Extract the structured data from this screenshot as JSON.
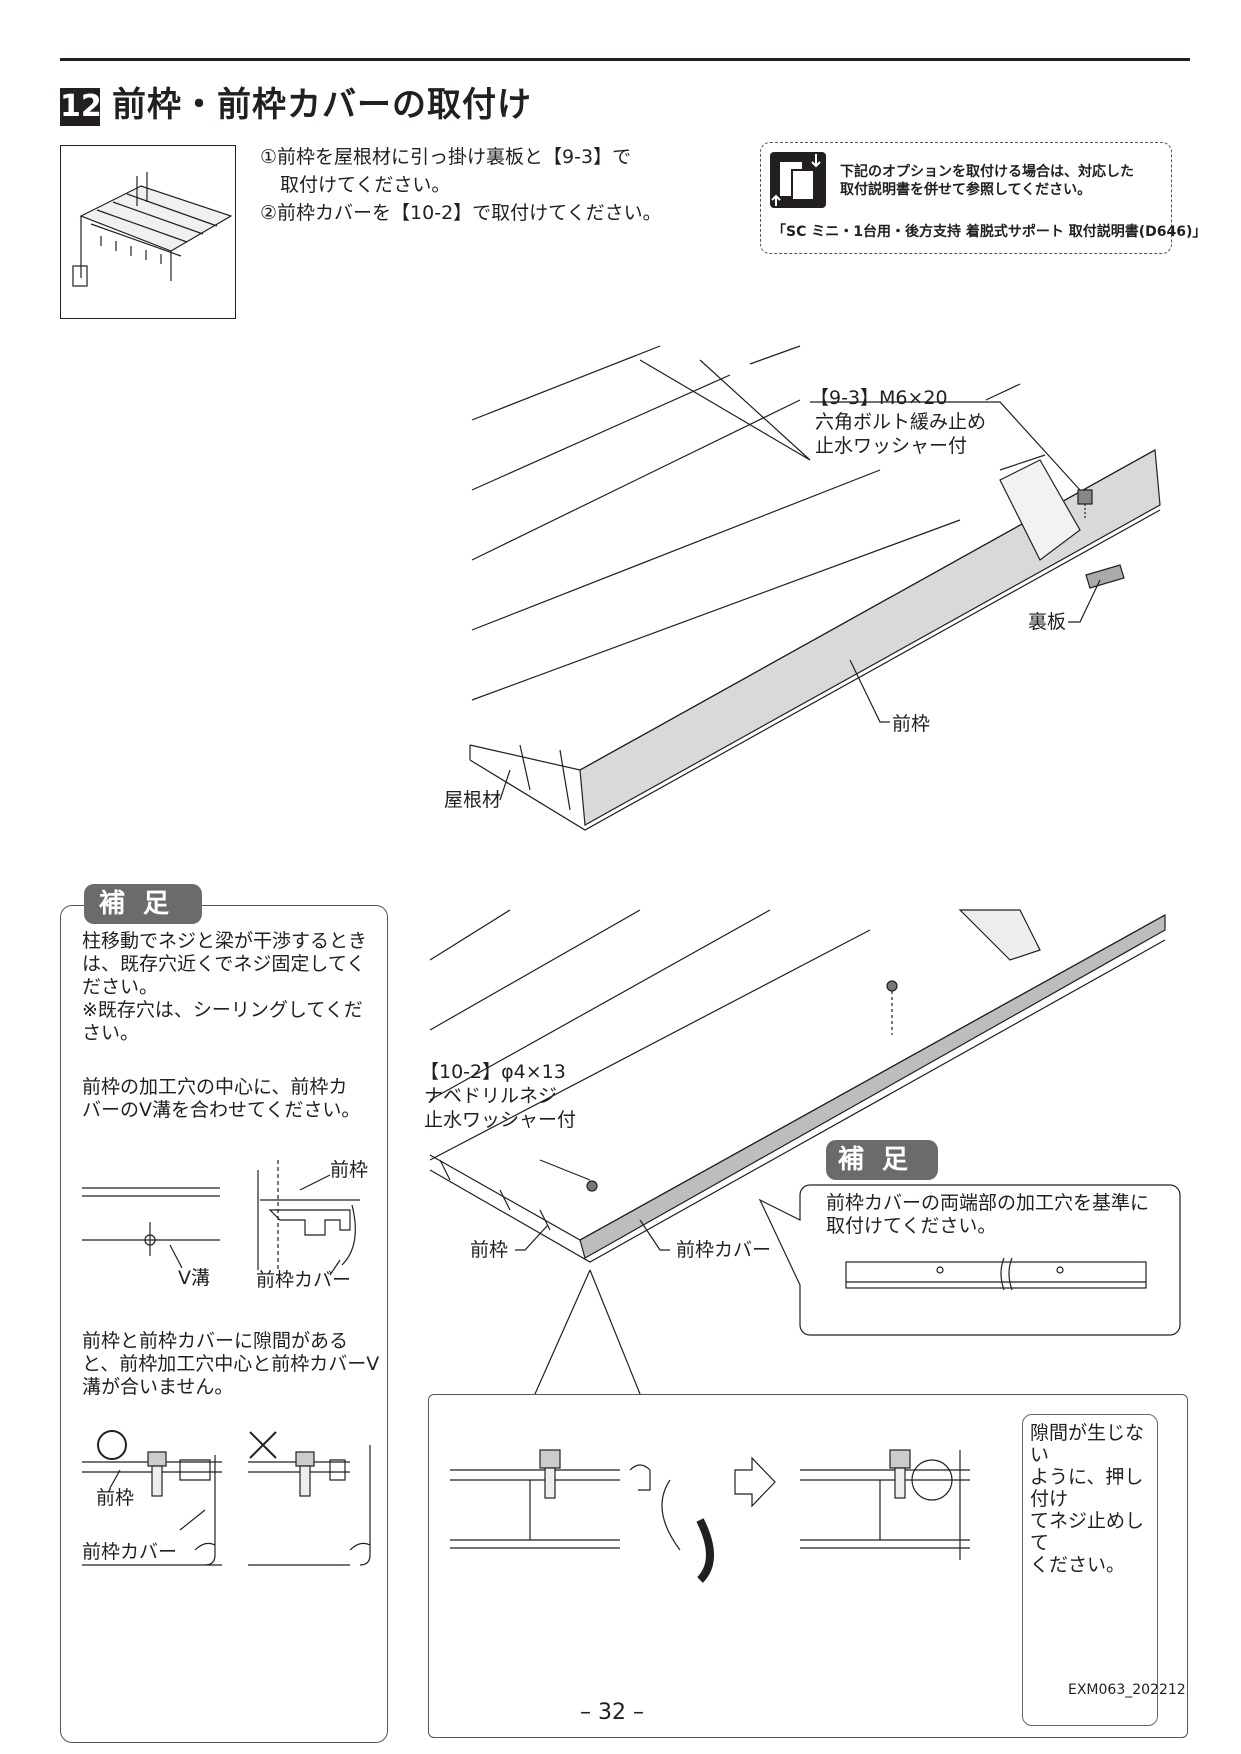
{
  "header": {
    "step_number": "12",
    "title": "前枠・前枠カバーの取付け"
  },
  "instructions": {
    "line1": "①前枠を屋根材に引っ掛け裏板と【9-3】で",
    "line1b": "取付けてください。",
    "line2": "②前枠カバーを【10-2】で取付けてください。"
  },
  "option_notice": {
    "text_line1": "下記のオプションを取付ける場合は、対応した",
    "text_line2": "取付説明書を併せて参照してください。",
    "reference": "「SC ミニ・1台用・後方支持 着脱式サポート 取付説明書(D646)」"
  },
  "diagram1": {
    "bolt_label_line1": "【9-3】M6×20",
    "bolt_label_line2": "六角ボルト緩み止め",
    "bolt_label_line3": "止水ワッシャー付",
    "back_plate": "裏板",
    "front_frame": "前枠",
    "roof_material": "屋根材"
  },
  "diagram2": {
    "screw_label_line1": "【10-2】φ4×13",
    "screw_label_line2": "ナベドリルネジ",
    "screw_label_line3": "止水ワッシャー付",
    "front_frame": "前枠",
    "front_frame_cover": "前枠カバー"
  },
  "supplement_left": {
    "tab": "補足",
    "para1_l1": "柱移動でネジと梁が干渉するとき",
    "para1_l2": "は、既存穴近くでネジ固定してく",
    "para1_l3": "ださい。",
    "para1_l4": "※既存穴は、シーリングしてくだ",
    "para1_l5": "さい。",
    "para2_l1": "前枠の加工穴の中心に、前枠カ",
    "para2_l2": "バーのV溝を合わせてください。",
    "v_groove": "V溝",
    "front_frame": "前枠",
    "front_frame_cover": "前枠カバー",
    "para3_l1": "前枠と前枠カバーに隙間がある",
    "para3_l2": "と、前枠加工穴中心と前枠カバーV",
    "para3_l3": "溝が合いません。",
    "ok_mark": "○",
    "ng_mark": "×",
    "front_frame2": "前枠",
    "front_frame_cover2": "前枠カバー"
  },
  "supplement_right": {
    "tab": "補足",
    "text_l1": "前枠カバーの両端部の加工穴を基準に",
    "text_l2": "取付けてください。"
  },
  "detail_callout": {
    "l1": "隙間が生じない",
    "l2": "ように、押し付け",
    "l3": "てネジ止めして",
    "l4": "ください。"
  },
  "footer": {
    "page_number": "– 32 –",
    "doc_code": "EXM063_202212"
  }
}
